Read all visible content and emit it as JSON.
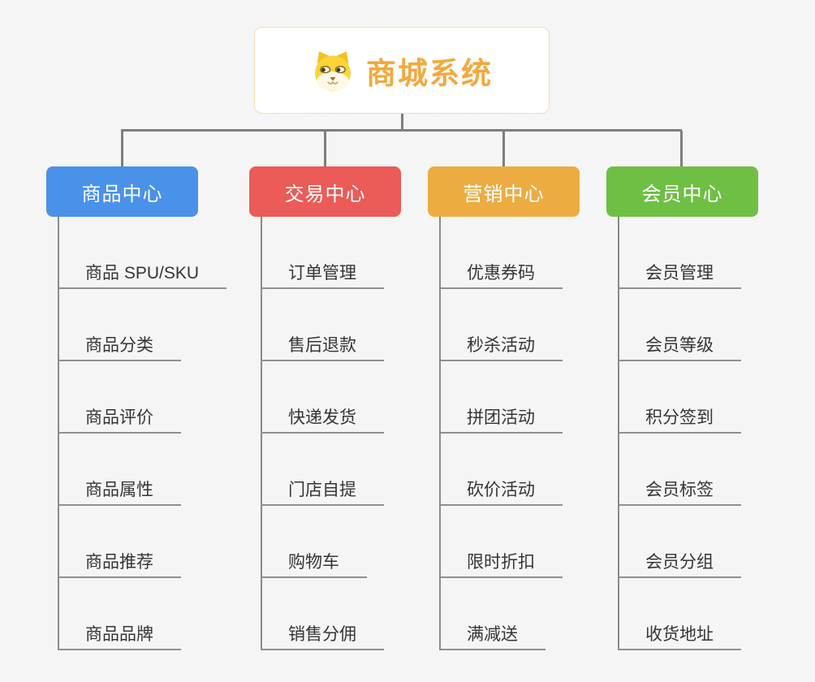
{
  "app": {
    "type": "mindmap",
    "background_color": "#F5F5F5",
    "connector_color": "#7E7E7E",
    "underline_color": "#8F8F8F"
  },
  "root": {
    "title": "商城系统",
    "icon": "dog-face-icon",
    "text_color": "#F2A93F",
    "border_color": "#F2B65A"
  },
  "branches": [
    {
      "id": "product-center",
      "label": "商品中心",
      "color": "#4A91E9",
      "children": [
        "商品 SPU/SKU",
        "商品分类",
        "商品评价",
        "商品属性",
        "商品推荐",
        "商品品牌"
      ]
    },
    {
      "id": "trade-center",
      "label": "交易中心",
      "color": "#EB5B57",
      "children": [
        "订单管理",
        "售后退款",
        "快递发货",
        "门店自提",
        "购物车",
        "销售分佣"
      ]
    },
    {
      "id": "marketing-center",
      "label": "营销中心",
      "color": "#ECAC42",
      "children": [
        "优惠券码",
        "秒杀活动",
        "拼团活动",
        "砍价活动",
        "限时折扣",
        "满减送"
      ]
    },
    {
      "id": "member-center",
      "label": "会员中心",
      "color": "#6FBF45",
      "children": [
        "会员管理",
        "会员等级",
        "积分签到",
        "会员标签",
        "会员分组",
        "收货地址"
      ]
    }
  ]
}
